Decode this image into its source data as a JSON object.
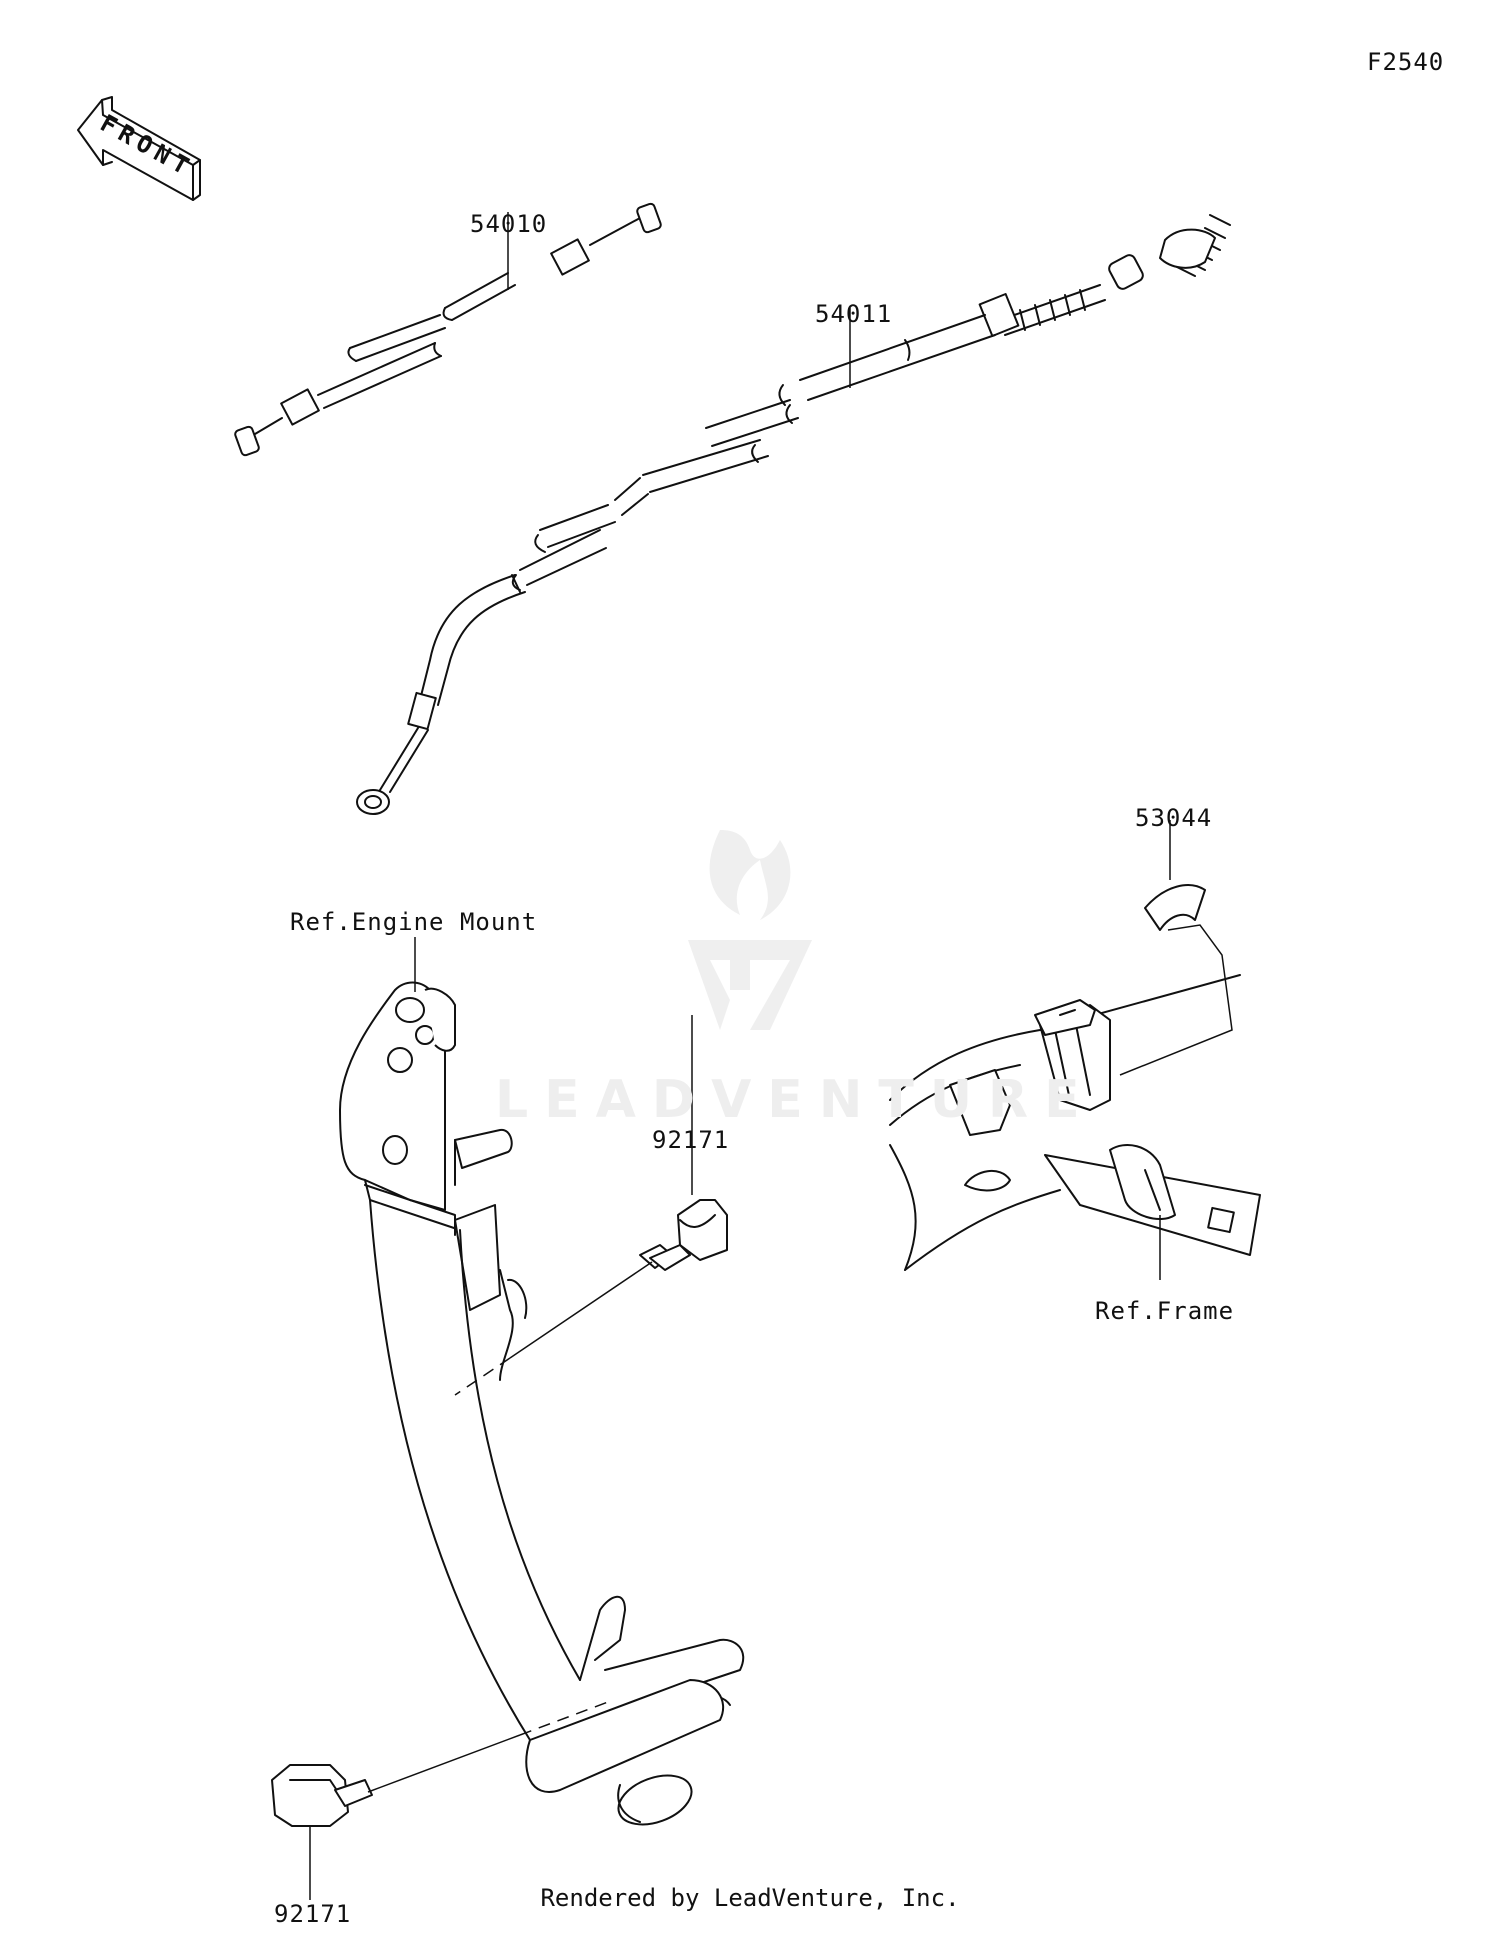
{
  "diagram_code": "F2540",
  "front_label": "FRONT",
  "parts": [
    {
      "part_number": "54010"
    },
    {
      "part_number": "54011"
    },
    {
      "part_number": "53044"
    },
    {
      "part_number": "92171"
    },
    {
      "part_number": "92171"
    }
  ],
  "references": {
    "engine_mount": "Ref.Engine Mount",
    "frame": "Ref.Frame"
  },
  "watermark": "LEADVENTURE",
  "footer": "Rendered by LeadVenture, Inc."
}
